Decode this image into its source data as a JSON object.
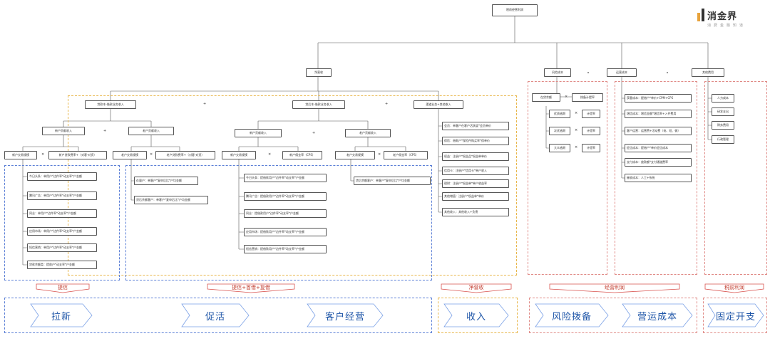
{
  "brand": {
    "name": "消金界",
    "subtitle": "消费金融知道",
    "accent": "#e8a33c"
  },
  "root": "税前经营利润",
  "level1": {
    "net_revenue": "净营收",
    "risk_cost": "风险成本",
    "opex": "运营成本",
    "fixed": "其他费用"
  },
  "revenue_branches": {
    "loan": "贷款本-借款业务收入",
    "other": "贷后本-借款业务收入",
    "channel": "渠道业务+其他收入"
  },
  "customer_tiers": {
    "new_a": "新户贡献收入",
    "old_a": "老户贡献收入",
    "new_b": "新户贡献收入",
    "old_b": "老户贡献收入"
  },
  "factors": {
    "new_scale": "新户交易规模",
    "new_rate": "新户贷款费率+（对客-对资）",
    "old_scale": "老户交易规模",
    "old_rate": "老户贷款费率+（对客-对资）",
    "new_scale_b": "新户交易规模",
    "new_fee_b": "新户佣金率（CPS）",
    "old_scale_b": "老户交易规模",
    "old_fee_b": "老户佣金率（CPS）"
  },
  "new_channels": [
    "今日头条：单用户*边件率*动支率*户金额",
    "腾讯广告：单用户*边件率*动支率*户金额",
    "同业：单用户*边件率*动支率*户金额",
    "应用市场：单用户*边件率*动支率*户金额",
    "短信营销：单用户*边件率*动支率*户金额",
    "贷款余额类：提前户*动支率*户金额"
  ],
  "old_items": [
    "存量户：单客户*复申后比*户均金额",
    "贷后余额客户：单客户*复申后比*户均金额"
  ],
  "new_channels_b": [
    "今日头条：提借款用户*边件率*动支率*户金额",
    "腾讯广告：提借款用户*边件率*动支率*户金额",
    "同业：提借款用户*边件率*动支率*户金额",
    "应用市场：提借款用户*边件率*动支率*户金额",
    "短信营销：提借款用户*边件率*动支率*户金额"
  ],
  "old_items_b": [
    "贷后余额客户：单客户*复申后比*户均金额"
  ],
  "other_income": [
    "会员：单客户在客户活跃度*会员单价",
    "保险：借款户*保险件购买率*保单价",
    "权益：注册户*权益品*权益单单价",
    "信用卡：注册户*信用卡*单户收入",
    "理财：注册户*权益单*单户收益率",
    "其他增值：注册户*权益单*单价",
    "其他收入：其他收入+负债"
  ],
  "risk_items": {
    "balance": "在贷余额",
    "rate": "拨备计提率",
    "tiers": [
      "优质逾期",
      "次优逾期",
      "大众逾期"
    ],
    "tier_rates": [
      "计提率",
      "计提率",
      "计提率"
    ]
  },
  "opex_items": [
    "获客成本：提借户*单价+CPM+CPS",
    "增信成本：增信金额*增信率+入件费用",
    "客户运营：运营费+活动费（电、短、微）",
    "征信成本：提借户*单价征信成本",
    "支付成本：放款额*支付通道费率",
    "催收成本：人工+系统"
  ],
  "fixed_items": [
    "人力成本",
    "研发支出",
    "财务费用",
    "行政管理"
  ],
  "ops": {
    "times": "×",
    "plus": "+"
  },
  "ribbons": [
    "提信",
    "提信+首借+复借",
    "净营收",
    "经营利润",
    "税前利润"
  ],
  "stages": [
    "拉新",
    "促活",
    "客户经营",
    "收入",
    "风险拨备",
    "营运成本",
    "固定开支"
  ]
}
